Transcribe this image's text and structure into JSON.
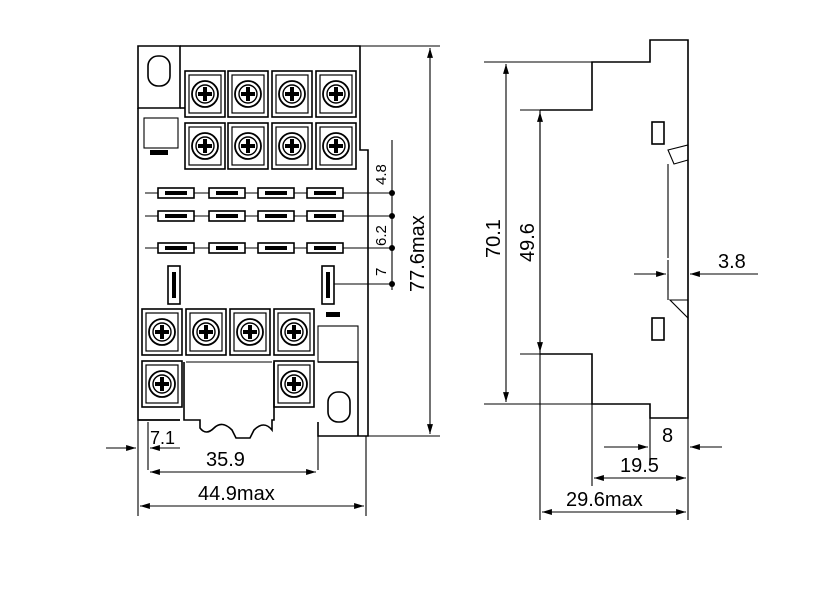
{
  "front_view": {
    "dims": {
      "height_total": "77.6max",
      "pitch_top": "4.8",
      "pitch_mid": "6.2",
      "pitch_bottom": "7",
      "mount_offset": "7.1",
      "hole_span": "35.9",
      "width_total": "44.9max"
    }
  },
  "side_view": {
    "dims": {
      "height": "70.1",
      "inner_height": "49.6",
      "rail_depth": "3.8",
      "step": "8",
      "depth_mid": "19.5",
      "depth_total": "29.6max"
    }
  }
}
